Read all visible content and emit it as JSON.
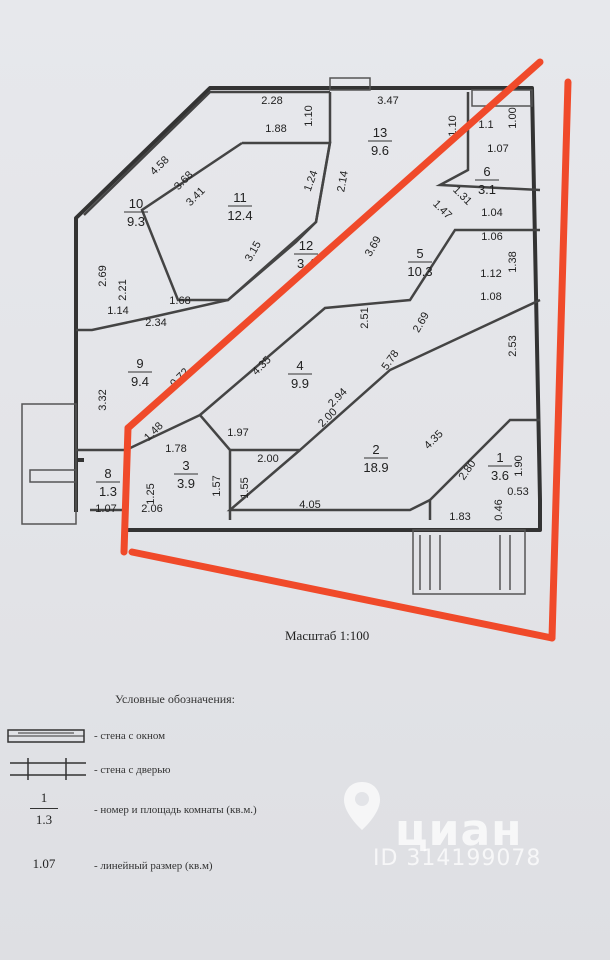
{
  "plan": {
    "rooms": [
      {
        "num": "1",
        "area": "3.6"
      },
      {
        "num": "2",
        "area": "18.9"
      },
      {
        "num": "3",
        "area": "3.9"
      },
      {
        "num": "4",
        "area": "9.9"
      },
      {
        "num": "5",
        "area": "10.3"
      },
      {
        "num": "6",
        "area": "3.1"
      },
      {
        "num": "8",
        "area": "1.3"
      },
      {
        "num": "9",
        "area": "9.4"
      },
      {
        "num": "10",
        "area": "9.3"
      },
      {
        "num": "11",
        "area": "12.4"
      },
      {
        "num": "12",
        "area": "3.4"
      },
      {
        "num": "13",
        "area": "9.6"
      }
    ],
    "dimensions": [
      "2.28",
      "3.47",
      "1.10",
      "1.10",
      "1.00",
      "1.1",
      "1.88",
      "4.58",
      "3.68",
      "3.41",
      "1.24",
      "2.14",
      "1.07",
      "2.00",
      "1.31",
      "1.47",
      "1.04",
      "1.06",
      "1.38",
      "2.69",
      "2.21",
      "1.14",
      "1.68",
      "2.34",
      "3.15",
      "3.69",
      "2.51",
      "2.69",
      "1.12",
      "1.08",
      "2.53",
      "3.32",
      "0.72",
      "4.35",
      "5.78",
      "2.94",
      "1.48",
      "1.78",
      "1.97",
      "2.00",
      "1.25",
      "1.57",
      "1.55",
      "2.06",
      "4.05",
      "4.35",
      "2.80",
      "1.90",
      "0.53",
      "0.46",
      "1.83",
      "1.07"
    ],
    "scale": "Масштаб 1:100",
    "annotation_color": "#f04a2a"
  },
  "legend": {
    "title": "Условные обозначения:",
    "window_wall": "- стена с окном",
    "door_wall": "- стена с дверью",
    "room_number_sample": "1",
    "room_area_sample": "1.3",
    "room_label_desc": "- номер и площадь комнаты (кв.м.)",
    "linear_sample": "1.07",
    "linear_desc": "- линейный размер (кв.м)"
  },
  "watermark": {
    "brand": "циан",
    "id": "ID 314199078"
  }
}
